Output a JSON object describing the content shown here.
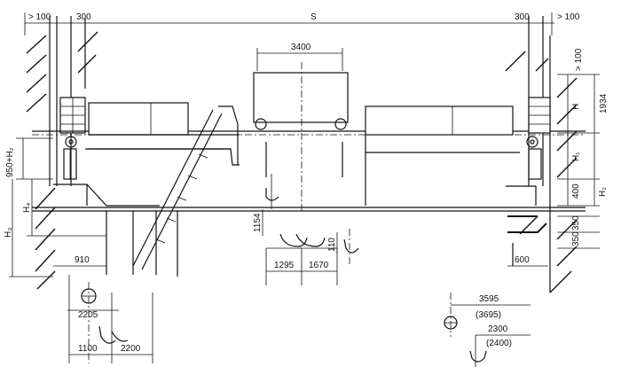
{
  "dimensions": {
    "top_left_min": "> 100",
    "top_left_300": "300",
    "top_span": "S",
    "top_right_300": "300",
    "top_right_min": "> 100",
    "right_min_clear": "> 100",
    "trolley_gauge": "3400",
    "right_1934": "1934",
    "right_H": "H",
    "right_H1": "H₁",
    "right_400": "400",
    "right_H2": "H₂",
    "right_350_a": "350",
    "right_350_b": "350",
    "left_950": "950+H₂",
    "left_H4": "H₄",
    "left_H3": "H₃",
    "hook_1154": "1154",
    "hook_110": "110",
    "bottom_910": "910",
    "bottom_1295": "1295",
    "bottom_1670": "1670",
    "bottom_2205": "2205",
    "bottom_1100": "1100",
    "bottom_2200": "2200",
    "right_600": "600",
    "right_3595": "3595",
    "right_3695": "(3695)",
    "right_2300": "2300",
    "right_2400": "(2400)"
  }
}
